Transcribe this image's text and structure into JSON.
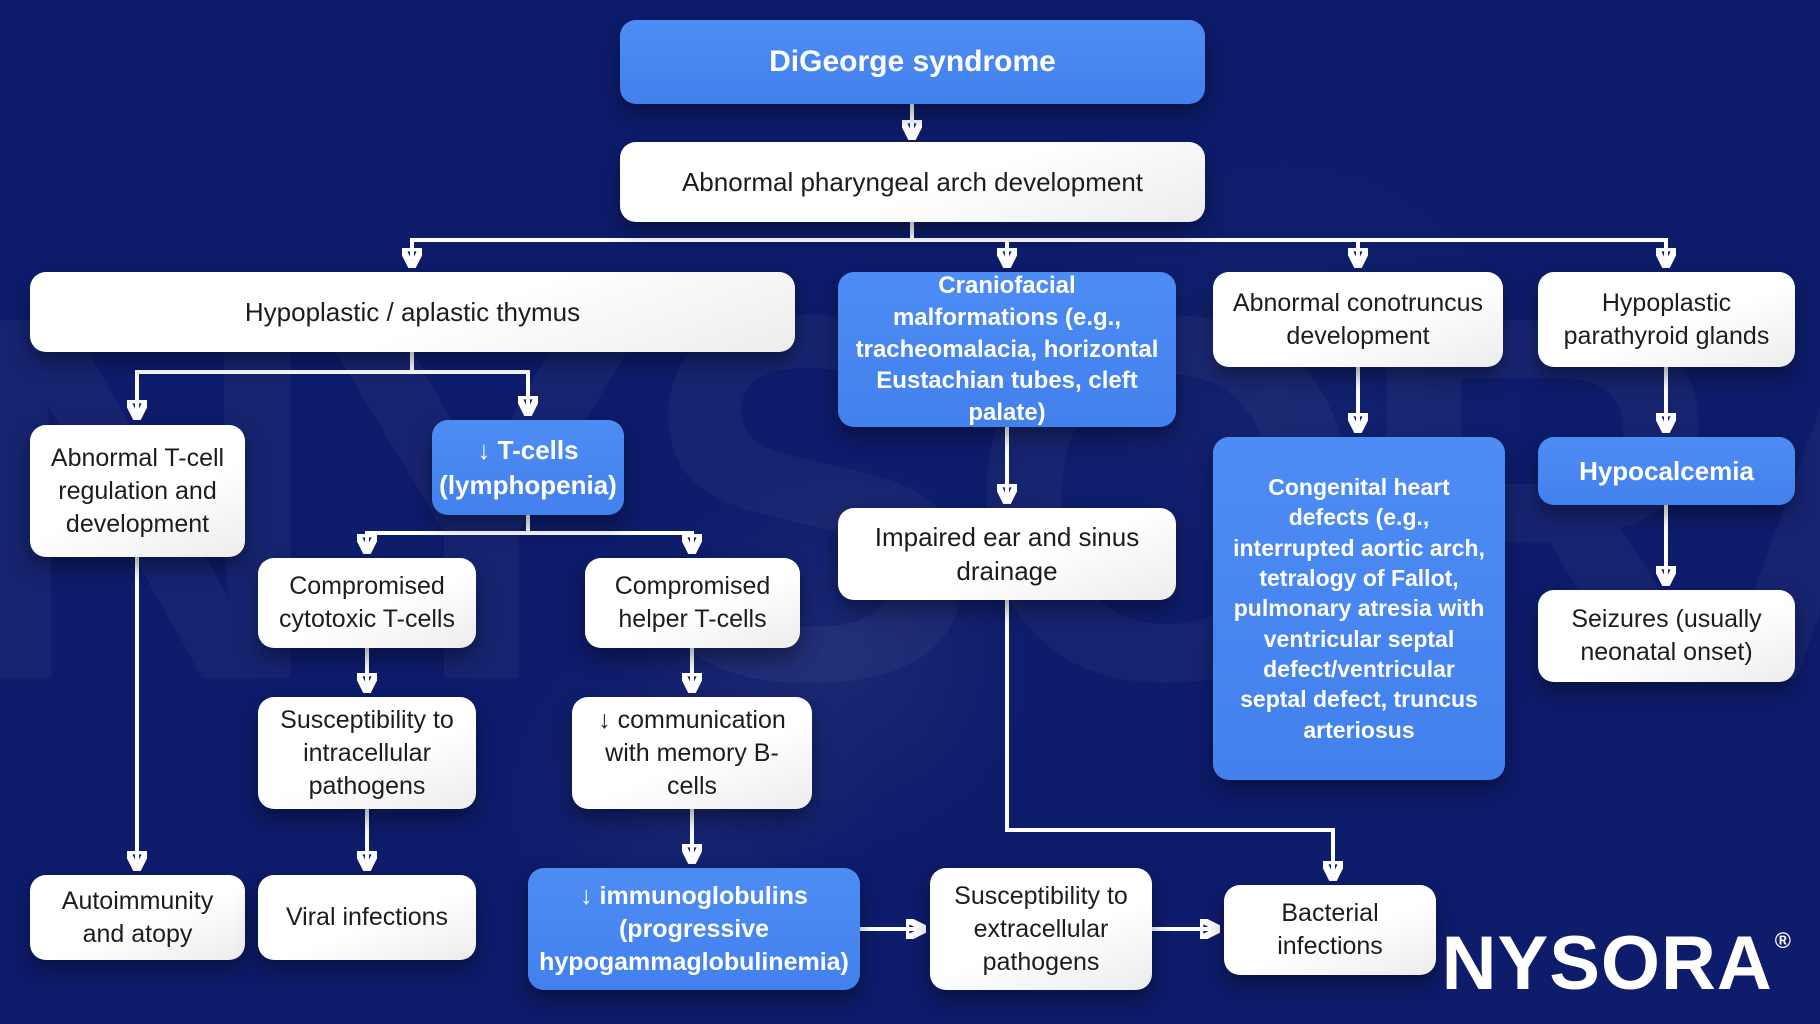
{
  "colors": {
    "background": "#0d1c6b",
    "accent_blue": "#4885f0",
    "box_white": "#ffffff",
    "text_dark": "#1d1d1d",
    "text_light": "#ffffff",
    "connector": "#ffffff"
  },
  "watermark_text": "NYSORA",
  "logo": {
    "text": "NYSORA",
    "registered_mark": "®"
  },
  "nodes": [
    {
      "id": "digeorge",
      "variant": "blue",
      "label": "DiGeorge syndrome"
    },
    {
      "id": "pharyngeal",
      "variant": "white",
      "label": "Abnormal pharyngeal arch development"
    },
    {
      "id": "thymus",
      "variant": "white",
      "label": "Hypoplastic / aplastic thymus"
    },
    {
      "id": "craniofacial",
      "variant": "blue",
      "label": "Craniofacial malformations (e.g., tracheomalacia, horizontal Eustachian tubes, cleft palate)"
    },
    {
      "id": "conotruncus",
      "variant": "white",
      "label": "Abnormal conotruncus development"
    },
    {
      "id": "parathyroid",
      "variant": "white",
      "label": "Hypoplastic parathyroid glands"
    },
    {
      "id": "tcell-regulation",
      "variant": "white",
      "label": "Abnormal T-cell regulation and development"
    },
    {
      "id": "tcells",
      "variant": "blue",
      "label": "↓ T-cells (lymphopenia)"
    },
    {
      "id": "cytotoxic",
      "variant": "white",
      "label": "Compromised cytotoxic T-cells"
    },
    {
      "id": "helper",
      "variant": "white",
      "label": "Compromised helper T-cells"
    },
    {
      "id": "intracellular",
      "variant": "white",
      "label": "Susceptibility to intracellular pathogens"
    },
    {
      "id": "memory-b",
      "variant": "white",
      "label": "↓ communication with memory B-cells"
    },
    {
      "id": "autoimmunity",
      "variant": "white",
      "label": "Autoimmunity and atopy"
    },
    {
      "id": "viral",
      "variant": "white",
      "label": "Viral infections"
    },
    {
      "id": "immunoglobulins",
      "variant": "blue",
      "label": "↓ immunoglobulins (progressive hypogammaglobulinemia)"
    },
    {
      "id": "extracellular",
      "variant": "white",
      "label": "Susceptibility to extracellular pathogens"
    },
    {
      "id": "bacterial",
      "variant": "white",
      "label": "Bacterial infections"
    },
    {
      "id": "impaired-drainage",
      "variant": "white",
      "label": "Impaired ear and sinus drainage"
    },
    {
      "id": "chd",
      "variant": "blue",
      "label": "Congenital heart defects (e.g., interrupted aortic arch, tetralogy of Fallot, pulmonary atresia with ventricular septal defect/ventricular septal defect, truncus arteriosus"
    },
    {
      "id": "hypocalcemia",
      "variant": "blue",
      "label": "Hypocalcemia"
    },
    {
      "id": "seizures",
      "variant": "white",
      "label": "Seizures (usually neonatal onset)"
    }
  ],
  "edges": [
    {
      "from": "digeorge",
      "to": "pharyngeal"
    },
    {
      "from": "pharyngeal",
      "to": "thymus"
    },
    {
      "from": "pharyngeal",
      "to": "craniofacial"
    },
    {
      "from": "pharyngeal",
      "to": "conotruncus"
    },
    {
      "from": "pharyngeal",
      "to": "parathyroid"
    },
    {
      "from": "thymus",
      "to": "tcell-regulation"
    },
    {
      "from": "thymus",
      "to": "tcells"
    },
    {
      "from": "tcells",
      "to": "cytotoxic"
    },
    {
      "from": "tcells",
      "to": "helper"
    },
    {
      "from": "cytotoxic",
      "to": "intracellular"
    },
    {
      "from": "helper",
      "to": "memory-b"
    },
    {
      "from": "tcell-regulation",
      "to": "autoimmunity"
    },
    {
      "from": "intracellular",
      "to": "viral"
    },
    {
      "from": "memory-b",
      "to": "immunoglobulins"
    },
    {
      "from": "craniofacial",
      "to": "impaired-drainage"
    },
    {
      "from": "impaired-drainage",
      "to": "bacterial"
    },
    {
      "from": "conotruncus",
      "to": "chd"
    },
    {
      "from": "parathyroid",
      "to": "hypocalcemia"
    },
    {
      "from": "hypocalcemia",
      "to": "seizures"
    },
    {
      "from": "immunoglobulins",
      "to": "extracellular"
    },
    {
      "from": "extracellular",
      "to": "bacterial"
    }
  ]
}
